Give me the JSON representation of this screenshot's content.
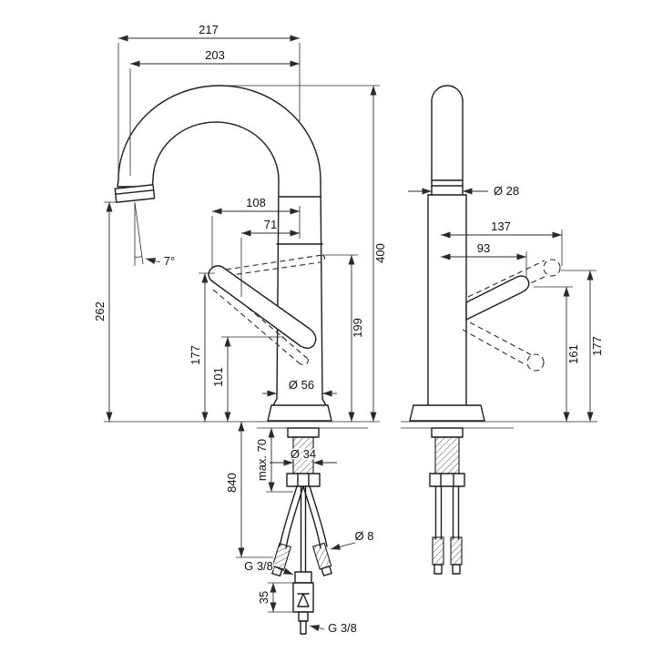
{
  "drawing": {
    "left_view": {
      "dims": {
        "reach_outer": "217",
        "reach": "203",
        "handle_reach": "108",
        "handle_reach_min": "71",
        "height_total": "400",
        "outlet_height": "262",
        "spray_angle": "7°",
        "handle_top_height": "199",
        "handle_height": "177",
        "body_height": "101",
        "base_dia": "Ø 56",
        "counter_max": "max. 70",
        "shank_dia": "Ø 34",
        "hose_length": "840",
        "hose_dia": "Ø 8",
        "connection_upper": "G 3/8",
        "valve_length": "35",
        "connection_lower": "G 3/8"
      }
    },
    "right_view": {
      "dims": {
        "column_dia": "Ø 28",
        "handle_width_max": "137",
        "handle_width": "93",
        "handle_tip_height": "161",
        "handle_raised_height": "177"
      }
    }
  }
}
